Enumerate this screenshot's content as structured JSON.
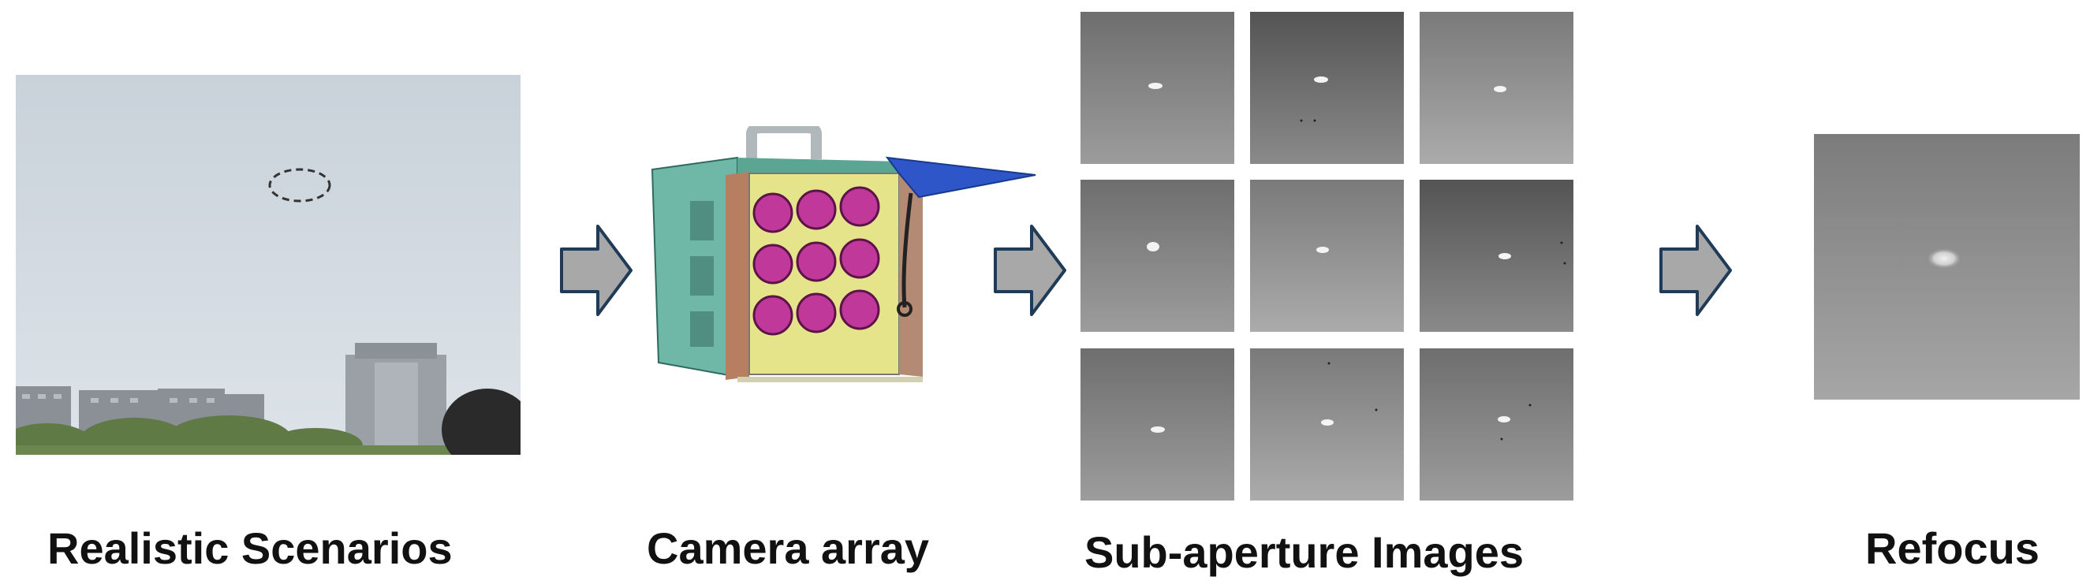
{
  "captions": {
    "realistic": "Realistic Scenarios",
    "camera": "Camera array",
    "subaperture": "Sub-aperture Images",
    "refocus": "Refocus"
  },
  "icons": {
    "flow_arrow": "right-arrow-icon"
  },
  "colors": {
    "arrow_fill": "#a8a8a8",
    "arrow_stroke": "#1f3b57",
    "lens": "#c0389a",
    "panel": "#e6e48a",
    "box_teal": "#6fb8a8",
    "lid_blue": "#2f56c8"
  }
}
